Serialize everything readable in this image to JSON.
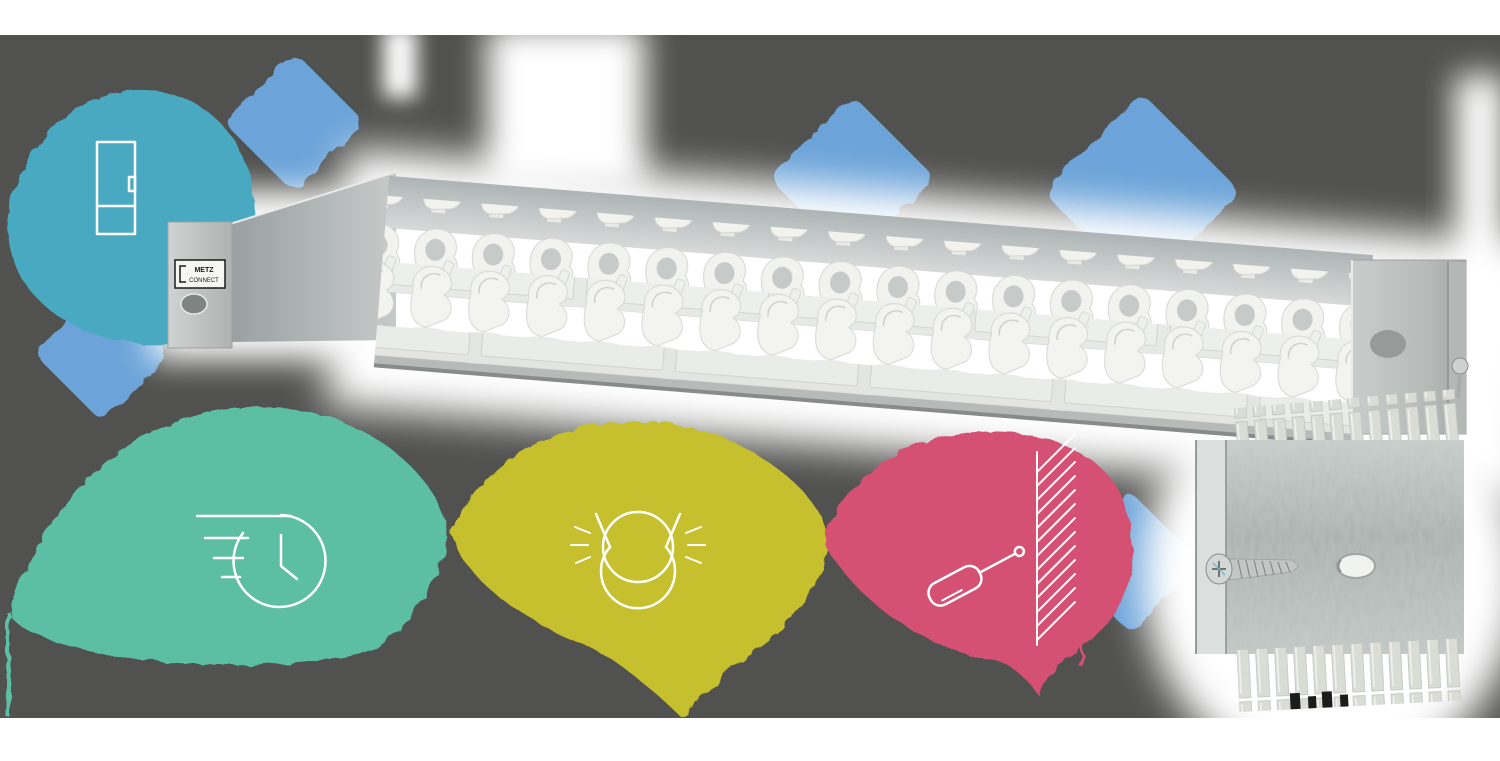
{
  "colors": {
    "page_bg": "#ffffff",
    "backdrop": "#51514f",
    "teal": "#4aa9c0",
    "blue": "#6ca4d9",
    "green": "#5cbfa3",
    "yellow": "#c6c02f",
    "pink": "#d45173",
    "icon_stroke": "#ffffff",
    "glow_white": "#ffffff",
    "metal_light": "#d8dcdb",
    "metal_mid": "#b9bebf",
    "metal_dark": "#8e9391",
    "clip_white": "#f2f2ef"
  },
  "brand_label": {
    "line1": "METZ",
    "line2": "CONNECT"
  },
  "icons": [
    {
      "name": "network-cabinet-icon",
      "blob": "teal"
    },
    {
      "name": "speed-clock-icon",
      "blob": "green"
    },
    {
      "name": "snap-in-click-icon",
      "blob": "yellow"
    },
    {
      "name": "screwdriver-wall-mount-icon",
      "blob": "pink"
    }
  ]
}
